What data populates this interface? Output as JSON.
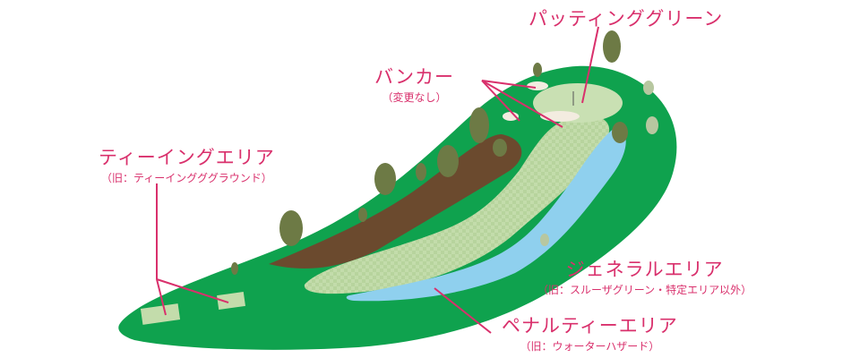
{
  "labels": {
    "putting_green": {
      "title": "パッティンググリーン"
    },
    "bunker": {
      "title": "バンカー",
      "sub": "（変更なし）"
    },
    "teeing_area": {
      "title": "ティーイングエリア",
      "sub": "（旧：ティーイングググラウンド）"
    },
    "general_area": {
      "title": "ジェネラルエリア",
      "sub": "（旧：スルーザグリーン・特定エリア以外）"
    },
    "penalty_area": {
      "title": "ペナルティーエリア",
      "sub": "（旧：ウォーターハザード）"
    }
  },
  "colors": {
    "label": "#d9306c",
    "rough": "#0fa24e",
    "fairway": "#b9d6a0",
    "water": "#8fd0ee",
    "bunker": "#f3ece0",
    "dirt": "#6b4a2e",
    "tree": "#6d7a45"
  }
}
